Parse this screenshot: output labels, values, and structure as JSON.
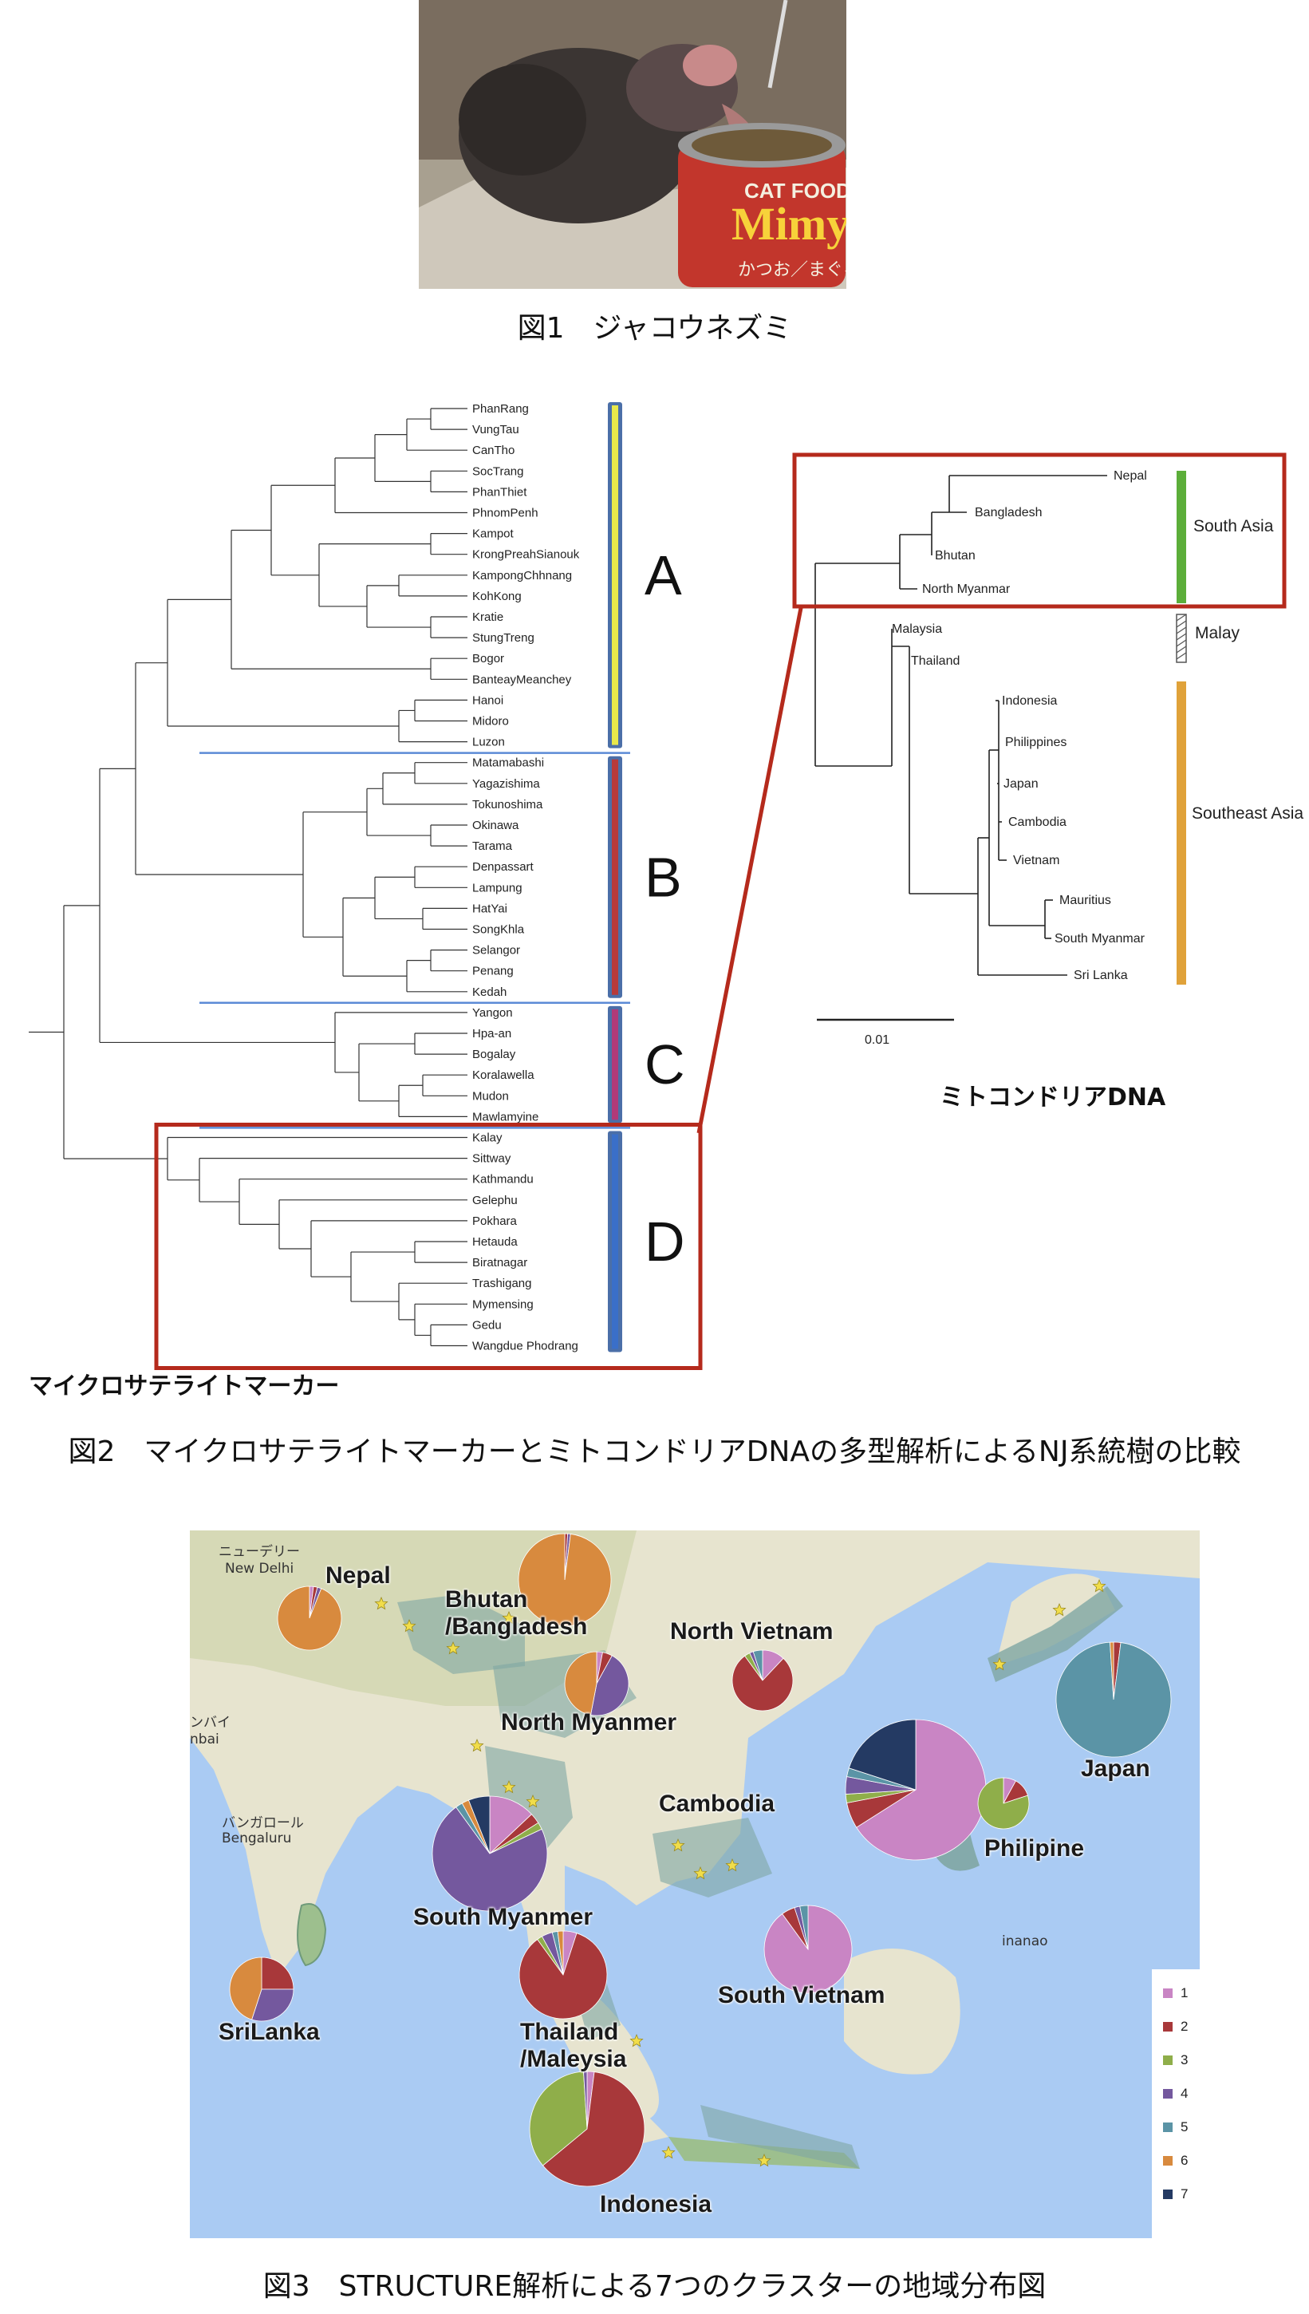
{
  "figure1": {
    "caption": "図1　ジャコウネズミ",
    "can_text1": "CAT FOOD",
    "can_text2": "Mimy",
    "can_text3": "かつお／まぐろ"
  },
  "figure2": {
    "caption": "図2　マイクロサテライトマーカーとミトコンドリアDNAの多型解析によるNJ系統樹の比較",
    "microsat_title": "マイクロサテライトマーカー",
    "mito_title": "ミトコンドリアDNA",
    "microsat_leaves": [
      "PhanRang",
      "VungTau",
      "CanTho",
      "SocTrang",
      "PhanThiet",
      "PhnomPenh",
      "Kampot",
      "KrongPreahSianouk",
      "KampongChhnang",
      "KohKong",
      "Kratie",
      "StungTreng",
      "Bogor",
      "BanteayMeanchey",
      "Hanoi",
      "Midoro",
      "Luzon",
      "Matamabashi",
      "Yagazishima",
      "Tokunoshima",
      "Okinawa",
      "Tarama",
      "Denpassart",
      "Lampung",
      "HatYai",
      "SongKhla",
      "Selangor",
      "Penang",
      "Kedah",
      "Yangon",
      "Hpa-an",
      "Bogalay",
      "Koralawella",
      "Mudon",
      "Mawlamyine",
      "Kalay",
      "Sittway",
      "Kathmandu",
      "Gelephu",
      "Pokhara",
      "Hetauda",
      "Biratnagar",
      "Trashigang",
      "Mymensing",
      "Gedu",
      "Wangdue Phodrang"
    ],
    "clusters": [
      {
        "label": "A",
        "color": "#e8e84a"
      },
      {
        "label": "B",
        "color": "#b83a3a"
      },
      {
        "label": "C",
        "color": "#b03a78"
      },
      {
        "label": "D",
        "color": "#3a6fc9"
      }
    ],
    "mito_leaves": [
      "Nepal",
      "Bangladesh",
      "Bhutan",
      "North Myanmar",
      "Malaysia",
      "Thailand",
      "Indonesia",
      "Philippines",
      "Japan",
      "Cambodia",
      "Vietnam",
      "Mauritius",
      "South Myanmar",
      "Sri Lanka"
    ],
    "mito_groups": [
      {
        "label": "South Asia",
        "color": "#5cae3a"
      },
      {
        "label": "Malay",
        "color": "#777777"
      },
      {
        "label": "Southeast Asia",
        "color": "#e0a23a"
      }
    ],
    "scale_label": "0.01"
  },
  "figure3": {
    "caption": "図3　STRUCTURE解析による7つのクラスターの地域分布図",
    "regions": [
      "Nepal",
      "Bhutan\n/Bangladesh",
      "North Vietnam",
      "North Myanmer",
      "Cambodia",
      "Japan",
      "Philipine",
      "South Myanmer",
      "South Vietnam",
      "SriLanka",
      "Thailand\n/Maleysia",
      "Indonesia"
    ],
    "map_texts": [
      "ニューデリー",
      "New Delhi",
      "ンバイ",
      "nbai",
      "バンガロール",
      "Bengaluru",
      "inanao"
    ],
    "legend": [
      {
        "label": "1",
        "color": "#c985c4"
      },
      {
        "label": "2",
        "color": "#a8383a"
      },
      {
        "label": "3",
        "color": "#8fae4a"
      },
      {
        "label": "4",
        "color": "#74589e"
      },
      {
        "label": "5",
        "color": "#5b94a6"
      },
      {
        "label": "6",
        "color": "#d88a3e"
      },
      {
        "label": "7",
        "color": "#243a63"
      }
    ],
    "pies": [
      {
        "region": "Nepal",
        "values": [
          0.02,
          0.02,
          0,
          0.02,
          0,
          0.94,
          0
        ]
      },
      {
        "region": "Bhutan/Bangladesh",
        "values": [
          0,
          0.01,
          0,
          0.01,
          0,
          0.98,
          0
        ]
      },
      {
        "region": "North Myanmer",
        "values": [
          0.03,
          0.05,
          0,
          0.45,
          0,
          0.47,
          0
        ]
      },
      {
        "region": "North Vietnam",
        "values": [
          0.12,
          0.78,
          0.03,
          0.02,
          0.05,
          0,
          0
        ]
      },
      {
        "region": "Cambodia",
        "values": [
          0.66,
          0.06,
          0.02,
          0.04,
          0.02,
          0.0,
          0.2
        ]
      },
      {
        "region": "Japan",
        "values": [
          0,
          0.02,
          0,
          0,
          0.97,
          0.01,
          0
        ]
      },
      {
        "region": "Philipine",
        "values": [
          0.08,
          0.12,
          0.8,
          0,
          0,
          0,
          0
        ]
      },
      {
        "region": "South Myanmer",
        "values": [
          0.13,
          0.03,
          0.02,
          0.72,
          0.02,
          0.02,
          0.06
        ]
      },
      {
        "region": "South Vietnam",
        "values": [
          0.9,
          0.05,
          0,
          0.02,
          0.03,
          0,
          0
        ]
      },
      {
        "region": "SriLanka",
        "values": [
          0,
          0.25,
          0,
          0.3,
          0,
          0.45,
          0
        ]
      },
      {
        "region": "Thailand/Maleysia",
        "values": [
          0.05,
          0.85,
          0.02,
          0.04,
          0.02,
          0.02,
          0
        ]
      },
      {
        "region": "Indonesia",
        "values": [
          0.02,
          0.62,
          0.35,
          0.01,
          0,
          0,
          0
        ]
      }
    ]
  }
}
